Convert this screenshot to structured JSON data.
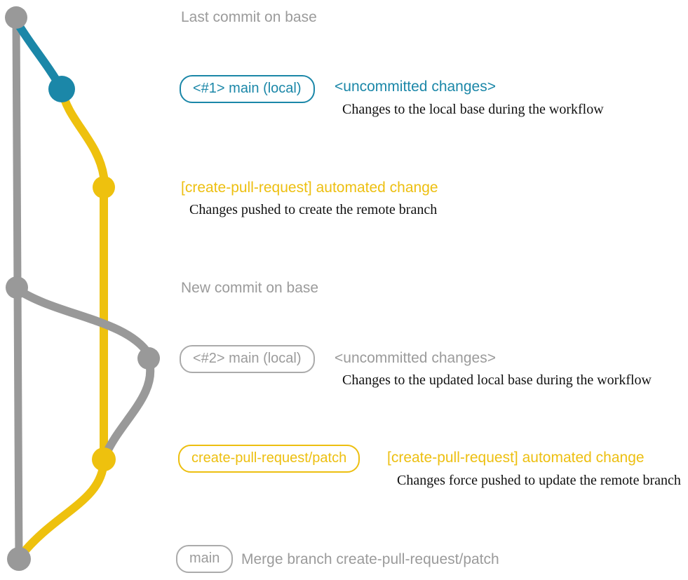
{
  "colors": {
    "base_gray": "#999999",
    "local_blue": "#1b87a8",
    "branch_yellow": "#edbf10",
    "description_text": "#111111",
    "background": "#ffffff"
  },
  "graph": {
    "commit_count": 7,
    "branch_names_shown": [
      "main (local)",
      "create-pull-request/patch",
      "main"
    ]
  },
  "rows": {
    "last_commit": {
      "label": "Last commit on base"
    },
    "r1": {
      "badge": "<#1> main (local)",
      "title": "<uncommitted changes>",
      "description": "Changes to the local base during the workflow"
    },
    "r2": {
      "title": "[create-pull-request] automated change",
      "description": "Changes pushed to create the remote branch"
    },
    "new_commit": {
      "label": "New commit on base"
    },
    "r3": {
      "badge": "<#2> main (local)",
      "title": "<uncommitted changes>",
      "description": "Changes to the updated local base during the workflow"
    },
    "r4": {
      "badge": "create-pull-request/patch",
      "title": "[create-pull-request] automated change",
      "description": "Changes force pushed to update the remote branch"
    },
    "r5": {
      "badge": "main",
      "title": "Merge branch create-pull-request/patch"
    }
  }
}
